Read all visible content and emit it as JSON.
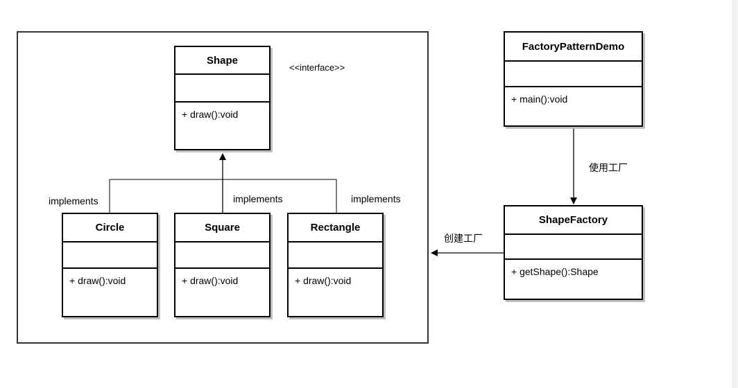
{
  "interface": {
    "name": "Shape",
    "stereotype": "<<interface>>",
    "operation": "+ draw():void"
  },
  "implementations": [
    {
      "name": "Circle",
      "operation": "+ draw():void",
      "relation": "implements"
    },
    {
      "name": "Square",
      "operation": "+ draw():void",
      "relation": "implements"
    },
    {
      "name": "Rectangle",
      "operation": "+ draw():void",
      "relation": "implements"
    }
  ],
  "demo": {
    "name": "FactoryPatternDemo",
    "operation": "+ main():void"
  },
  "factory": {
    "name": "ShapeFactory",
    "operation": "+ getShape():Shape"
  },
  "edges": {
    "demo_to_factory": "使用工厂",
    "factory_to_shapes": "创建工厂"
  },
  "colors": {
    "stroke": "#000000",
    "frame": "#333333",
    "shadow": "#bfbfbf"
  }
}
